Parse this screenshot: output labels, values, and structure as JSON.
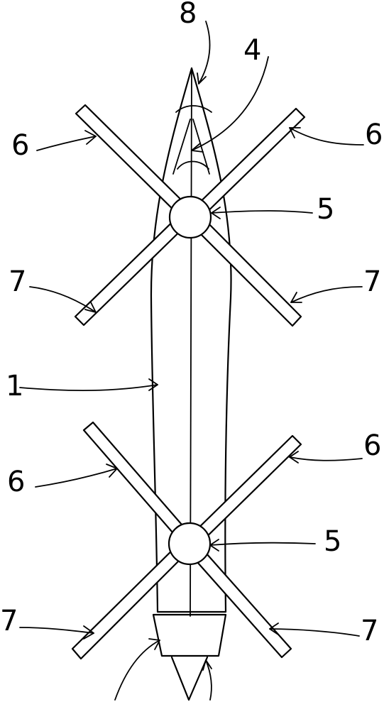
{
  "labels": {
    "body": "1",
    "tip_fin": "4",
    "hub_upper": "5",
    "hub_lower": "5",
    "blade6_upper_left": "6",
    "blade6_upper_right": "6",
    "blade6_lower_left": "6",
    "blade6_lower_right": "6",
    "blade7_upper_left": "7",
    "blade7_upper_right": "7",
    "blade7_lower_left": "7",
    "blade7_lower_right": "7",
    "nose": "8"
  },
  "colors": {
    "ink": "#000000",
    "paper": "#ffffff"
  }
}
